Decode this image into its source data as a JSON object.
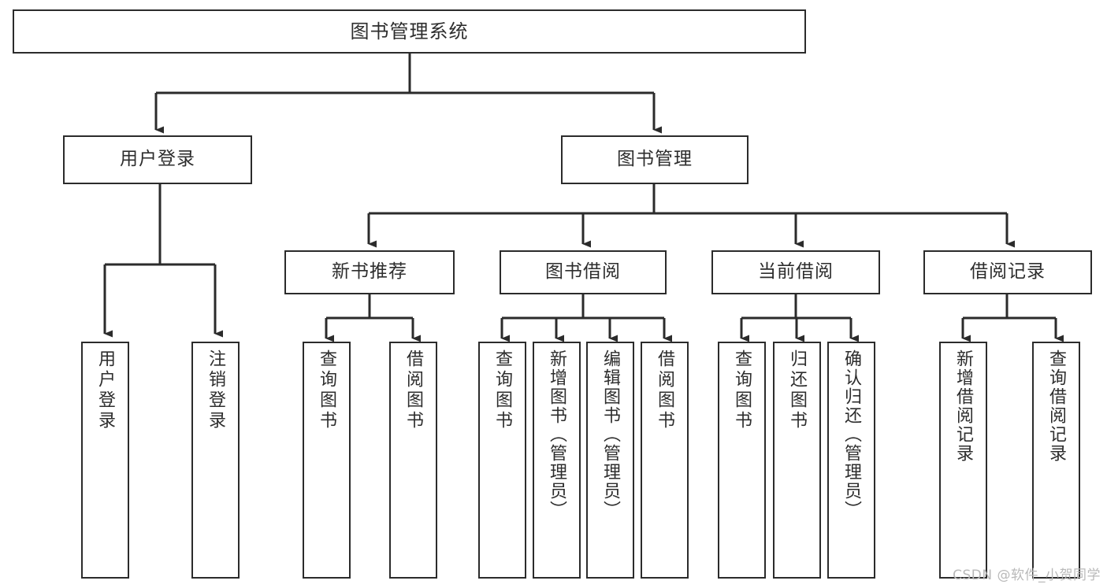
{
  "diagram": {
    "title": "图书管理系统",
    "type": "tree-hierarchy",
    "colors": {
      "background": "#ffffff",
      "box_border": "#2b2b2b",
      "box_fill": "#ffffff",
      "text": "#2d2d2d",
      "connector": "#2b2b2b",
      "watermark": "#b9b9b9"
    }
  },
  "root": {
    "label": "图书管理系统"
  },
  "level2": [
    {
      "label": "用户登录"
    },
    {
      "label": "图书管理"
    }
  ],
  "level3": [
    {
      "label": "新书推荐"
    },
    {
      "label": "图书借阅"
    },
    {
      "label": "当前借阅"
    },
    {
      "label": "借阅记录"
    }
  ],
  "leaves": {
    "user_login": [
      {
        "label": "用户登录"
      },
      {
        "label": "注销登录"
      }
    ],
    "new_book_recommend": [
      {
        "label": "查询图书"
      },
      {
        "label": "借阅图书"
      }
    ],
    "book_borrow": [
      {
        "label": "查询图书"
      },
      {
        "label": "新增图书（管理员）"
      },
      {
        "label": "编辑图书（管理员）"
      },
      {
        "label": "借阅图书"
      }
    ],
    "current_borrow": [
      {
        "label": "查询图书"
      },
      {
        "label": "归还图书"
      },
      {
        "label": "确认归还（管理员）"
      }
    ],
    "borrow_records": [
      {
        "label": "新增借阅记录"
      },
      {
        "label": "查询借阅记录"
      }
    ]
  },
  "watermark": {
    "text": "CSDN @软件_小贺同学"
  }
}
